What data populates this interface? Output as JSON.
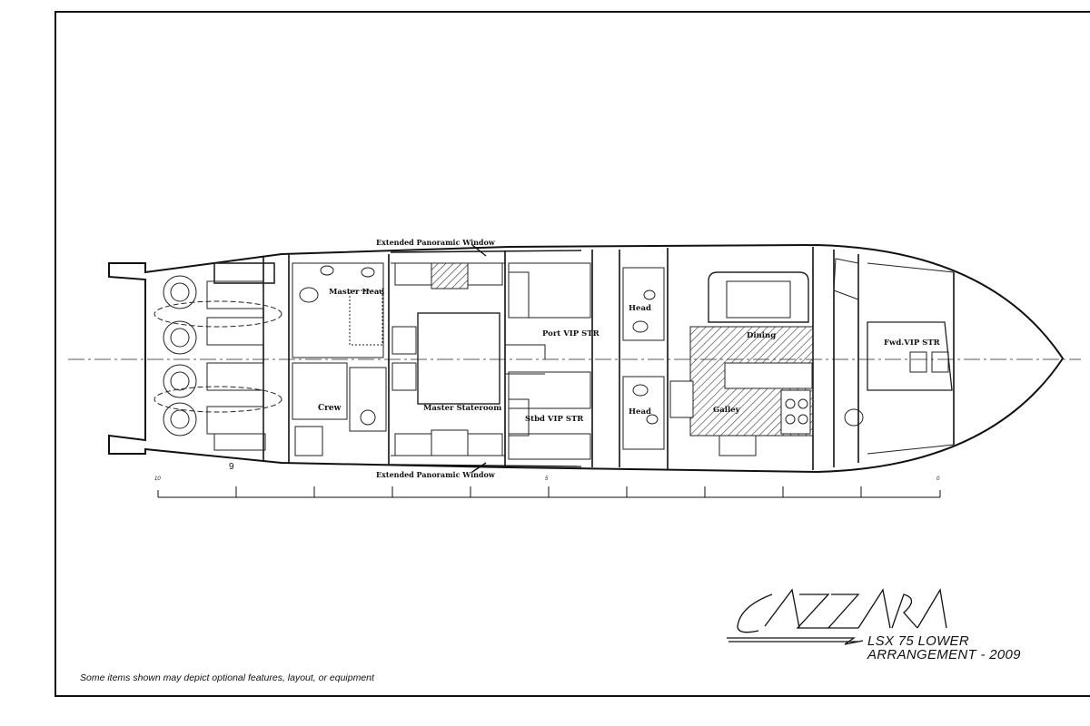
{
  "drawing": {
    "brand": "CAZZARA",
    "title_line1": "LSX  75 LOWER",
    "title_line2": "ARRANGEMENT - 2009",
    "footnote": "Some items shown may depict optional features, layout, or equipment"
  },
  "rooms": {
    "panoramic_top": "Extended Panoramic Window",
    "panoramic_bottom": "Extended Panoramic Window",
    "master_head": "Master Head",
    "master_stateroom": "Master Stateroom",
    "crew": "Crew",
    "port_vip": "Port VIP STR",
    "stbd_vip": "Stbd VIP STR",
    "head_upper": "Head",
    "head_lower": "Head",
    "dining": "Dining",
    "galley": "Galley",
    "fwd_vip": "Fwd.VIP STR"
  },
  "scale": {
    "label_left": "10",
    "label_mid": "5",
    "label_right": "0",
    "label_nine": "9"
  }
}
